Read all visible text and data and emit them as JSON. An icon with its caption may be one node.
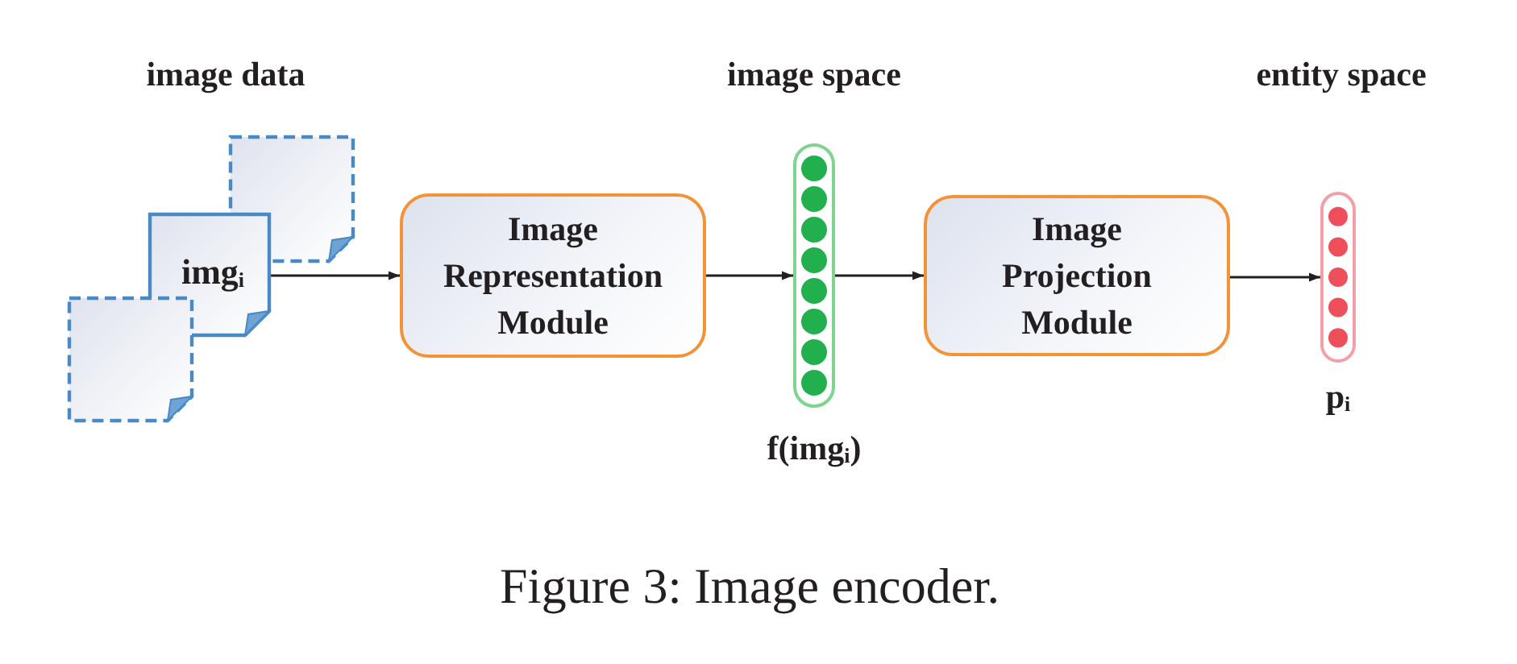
{
  "diagram": {
    "caption": "Figure 3: Image encoder.",
    "nodes": [
      {
        "text": [],
        "shape": "box"
      },
      {
        "text": [
          "img$_{i}$"
        ]
      },
      {
        "text": [],
        "shape": "box"
      },
      {
        "text": [
          "Image Representation Module"
        ]
      },
      {
        "text": [],
        "shape": "bar",
        "beside": [
          "f(img$_{i}$)"
        ]
      },
      {
        "text": [
          "Image Projection Module"
        ]
      },
      {
        "text": [],
        "shape": "bar",
        "beside": [
          "p$_{i}$"
        ]
      }
    ],
    "edges": [
      {
        "from": 1,
        "to": 3,
        "arrow": "to"
      },
      {
        "from": 3,
        "to": 4,
        "arrow": "to"
      },
      {
        "from": 4,
        "to": 5,
        "arrow": "to"
      },
      {
        "from": 5,
        "to": 6,
        "arrow": "to"
      }
    ],
    "labels": [
      "image data",
      "image space",
      "entity space"
    ]
  }
}
